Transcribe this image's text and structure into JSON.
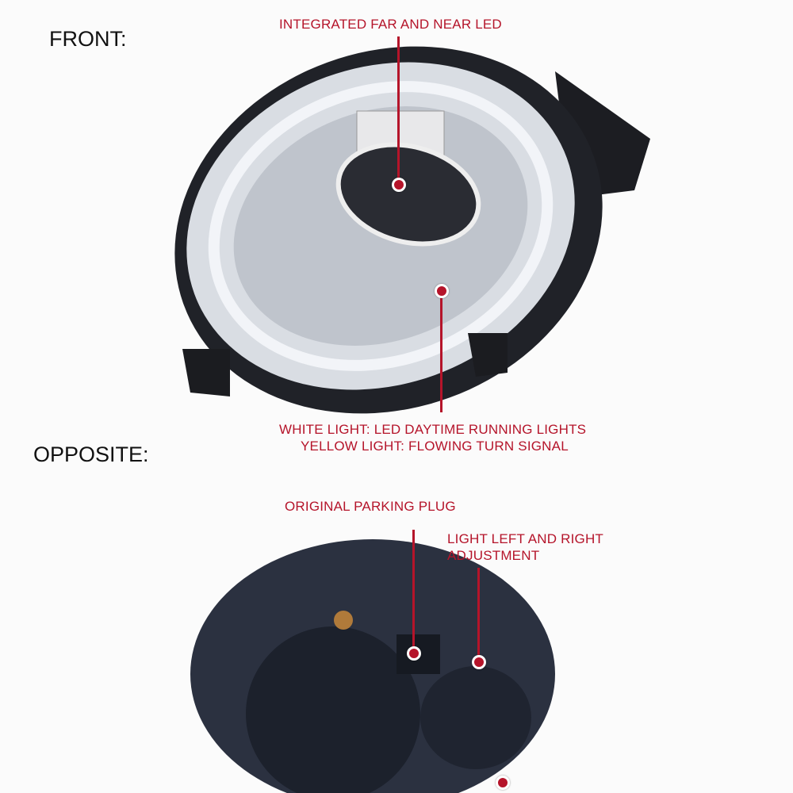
{
  "labels": {
    "front": "FRONT:",
    "opposite": "OPPOSITE:"
  },
  "callouts": {
    "far_near_led": "INTEGRATED FAR AND NEAR LED",
    "drl_line1": "WHITE LIGHT: LED DAYTIME RUNNING LIGHTS",
    "drl_line2": "YELLOW LIGHT: FLOWING TURN SIGNAL",
    "parking_plug": "ORIGINAL PARKING PLUG",
    "adjust_line1": "LIGHT LEFT AND RIGHT",
    "adjust_line2": "ADJUSTMENT"
  },
  "colors": {
    "accent": "#b5142a"
  }
}
